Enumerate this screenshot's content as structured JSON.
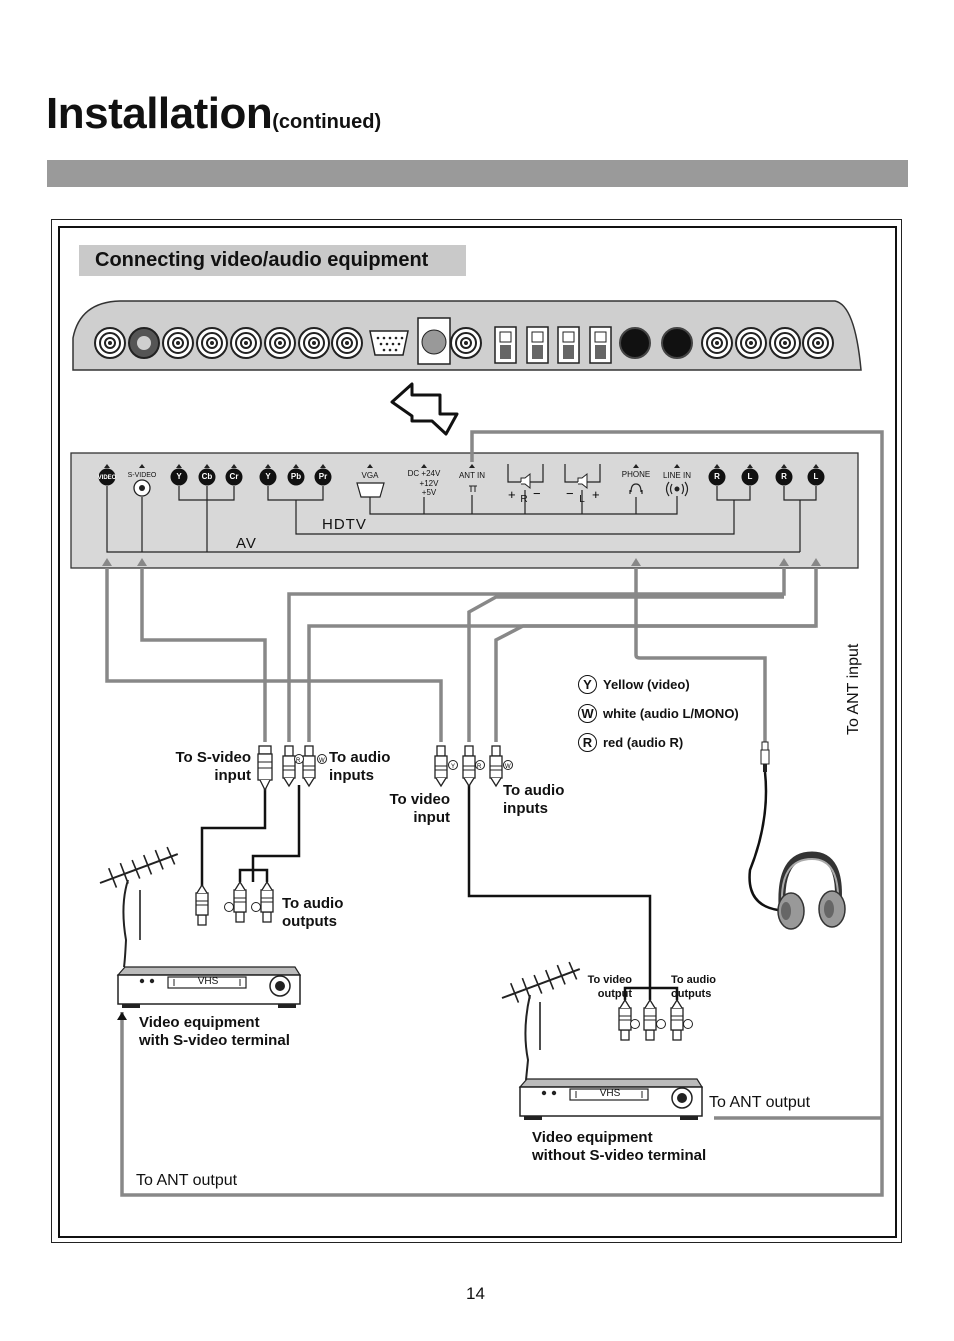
{
  "page": {
    "title": "Installation",
    "title_suffix": "(continued)",
    "section_title": "Connecting video/audio equipment",
    "page_number": "14"
  },
  "panel": {
    "labels": [
      "VIDEO",
      "S-VIDEO",
      "Y",
      "Cb",
      "Cr",
      "Y",
      "Pb",
      "Pr",
      "VGA",
      "DC +24V",
      "+12V",
      "+5V",
      "ANT IN",
      "PHONE",
      "LINE IN",
      "R",
      "L",
      "R",
      "L"
    ],
    "video_tag": "VIDEO",
    "svideo_tag": "S-VIDEO",
    "y1": "Y",
    "cb": "Cb",
    "cr": "Cr",
    "y2": "Y",
    "pb": "Pb",
    "pr": "Pr",
    "vga": "VGA",
    "dc_line1": "DC +24V",
    "dc_line2": "+12V",
    "dc_line3": "+5V",
    "ant_in": "ANT IN",
    "phone": "PHONE",
    "line_in": "LINE IN",
    "r1": "R",
    "l1": "L",
    "r2": "R",
    "l2": "L",
    "spk_r": "R",
    "spk_l": "L",
    "hdtv": "HDTV",
    "av": "AV"
  },
  "labels": {
    "to_svideo_input": "To S-video\ninput",
    "to_audio_inputs_1": "To audio\ninputs",
    "to_video_input": "To video\ninput",
    "to_audio_inputs_2": "To audio\ninputs",
    "to_audio_outputs": "To audio\noutputs",
    "to_video_output": "To video\noutput",
    "to_audio_outputs_2": "To audio\noutputs",
    "vhs1": "VHS",
    "vhs2": "VHS",
    "equip_svideo": "Video equipment\nwith S-video terminal",
    "equip_no_svideo": "Video equipment\nwithout S-video terminal",
    "to_ant_output_1": "To ANT output",
    "to_ant_output_2": "To ANT output",
    "to_ant_input": "To ANT input"
  },
  "legend": [
    {
      "letter": "Y",
      "text": "Yellow (video)"
    },
    {
      "letter": "W",
      "text": "white (audio L/MONO)"
    },
    {
      "letter": "R",
      "text": "red (audio R)"
    }
  ]
}
